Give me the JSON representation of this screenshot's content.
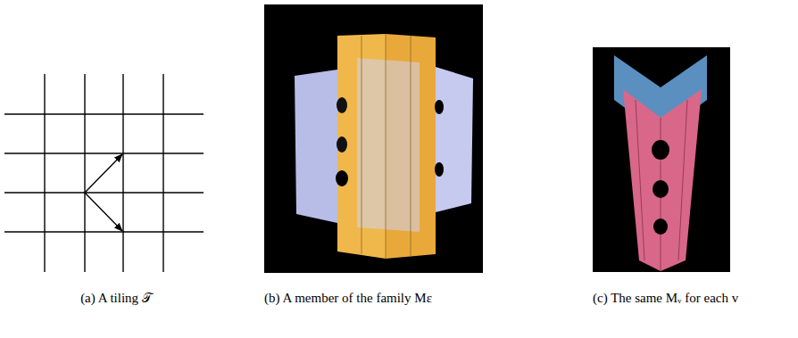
{
  "diagram": {
    "labels": [
      "(a) A tiling 𝒯",
      "(b) A member of the family Mε",
      "(c) The same Mᵥ for each v"
    ]
  }
}
